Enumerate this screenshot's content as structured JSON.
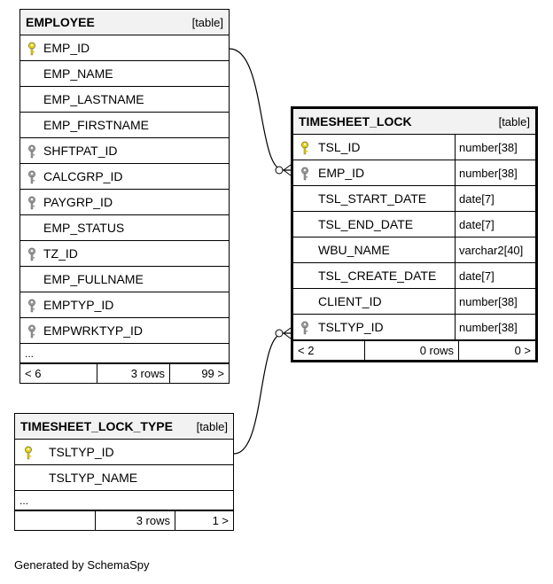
{
  "employee": {
    "name": "EMPLOYEE",
    "type": "[table]",
    "columns": [
      {
        "name": "EMP_ID",
        "key": "primary"
      },
      {
        "name": "EMP_NAME",
        "key": "none"
      },
      {
        "name": "EMP_LASTNAME",
        "key": "none"
      },
      {
        "name": "EMP_FIRSTNAME",
        "key": "none"
      },
      {
        "name": "SHFTPAT_ID",
        "key": "foreign"
      },
      {
        "name": "CALCGRP_ID",
        "key": "foreign"
      },
      {
        "name": "PAYGRP_ID",
        "key": "foreign"
      },
      {
        "name": "EMP_STATUS",
        "key": "none"
      },
      {
        "name": "TZ_ID",
        "key": "foreign"
      },
      {
        "name": "EMP_FULLNAME",
        "key": "none"
      },
      {
        "name": "EMPTYP_ID",
        "key": "foreign"
      },
      {
        "name": "EMPWRKTYP_ID",
        "key": "foreign"
      }
    ],
    "ellipsis": "...",
    "footer": [
      "< 6",
      "3 rows",
      "99 >"
    ]
  },
  "timesheet_lock": {
    "name": "TIMESHEET_LOCK",
    "type": "[table]",
    "columns": [
      {
        "name": "TSL_ID",
        "type": "number[38]",
        "key": "primary"
      },
      {
        "name": "EMP_ID",
        "type": "number[38]",
        "key": "foreign"
      },
      {
        "name": "TSL_START_DATE",
        "type": "date[7]",
        "key": "none"
      },
      {
        "name": "TSL_END_DATE",
        "type": "date[7]",
        "key": "none"
      },
      {
        "name": "WBU_NAME",
        "type": "varchar2[40]",
        "key": "none"
      },
      {
        "name": "TSL_CREATE_DATE",
        "type": "date[7]",
        "key": "none"
      },
      {
        "name": "CLIENT_ID",
        "type": "number[38]",
        "key": "none"
      },
      {
        "name": "TSLTYP_ID",
        "type": "number[38]",
        "key": "foreign"
      }
    ],
    "footer": [
      "< 2",
      "0 rows",
      "0 >"
    ]
  },
  "timesheet_lock_type": {
    "name": "TIMESHEET_LOCK_TYPE",
    "type": "[table]",
    "columns": [
      {
        "name": "TSLTYP_ID",
        "key": "primary"
      },
      {
        "name": "TSLTYP_NAME",
        "key": "none"
      }
    ],
    "ellipsis": "...",
    "footer": [
      "",
      "3 rows",
      "1 >"
    ]
  },
  "colors": {
    "primary_key": "#e6d200",
    "foreign_key": "#9a9a9a",
    "header_bg": "#f2f2f2"
  },
  "generated_by": "Generated by SchemaSpy"
}
